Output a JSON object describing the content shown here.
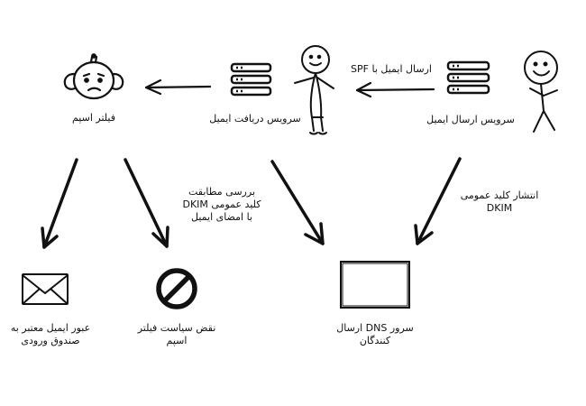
{
  "diagram": {
    "nodes": {
      "spam_filter": {
        "label": "فیلتر اسپم",
        "icon": "worried-robot-icon"
      },
      "receiving_service": {
        "label": "سرویس دریافت ایمیل",
        "icon": "server-stack-icon"
      },
      "receiver_person": {
        "icon": "stick-figure-icon"
      },
      "sending_service": {
        "label": "سرویس ارسال ایمیل",
        "icon": "server-stack-icon"
      },
      "sender_person": {
        "icon": "smiling-stick-figure-icon"
      },
      "inbox": {
        "label_line1": "عبور ایمیل معتبر به",
        "label_line2": "صندوق ورودی",
        "icon": "envelope-icon"
      },
      "policy_violation": {
        "label_line1": "نقض سیاست فیلتر",
        "label_line2": "اسپم",
        "icon": "prohibited-icon"
      },
      "dns_server": {
        "label_line1": "سرور DNS ارسال",
        "label_line2": "کنندگان",
        "icon": "server-box-icon"
      }
    },
    "edges": {
      "send_with_spf": {
        "label": "ارسال ایمیل با SPF"
      },
      "check_dkim": {
        "label_line1": "بررسی مطابقت",
        "label_line2": "کلید عمومی DKIM",
        "label_line3": "با امضای ایمیل"
      },
      "publish_dkim": {
        "label_line1": "انتشار کلید عمومی",
        "label_line2": "DKIM"
      }
    }
  },
  "colors": {
    "ink": "#111111",
    "background": "#ffffff"
  }
}
